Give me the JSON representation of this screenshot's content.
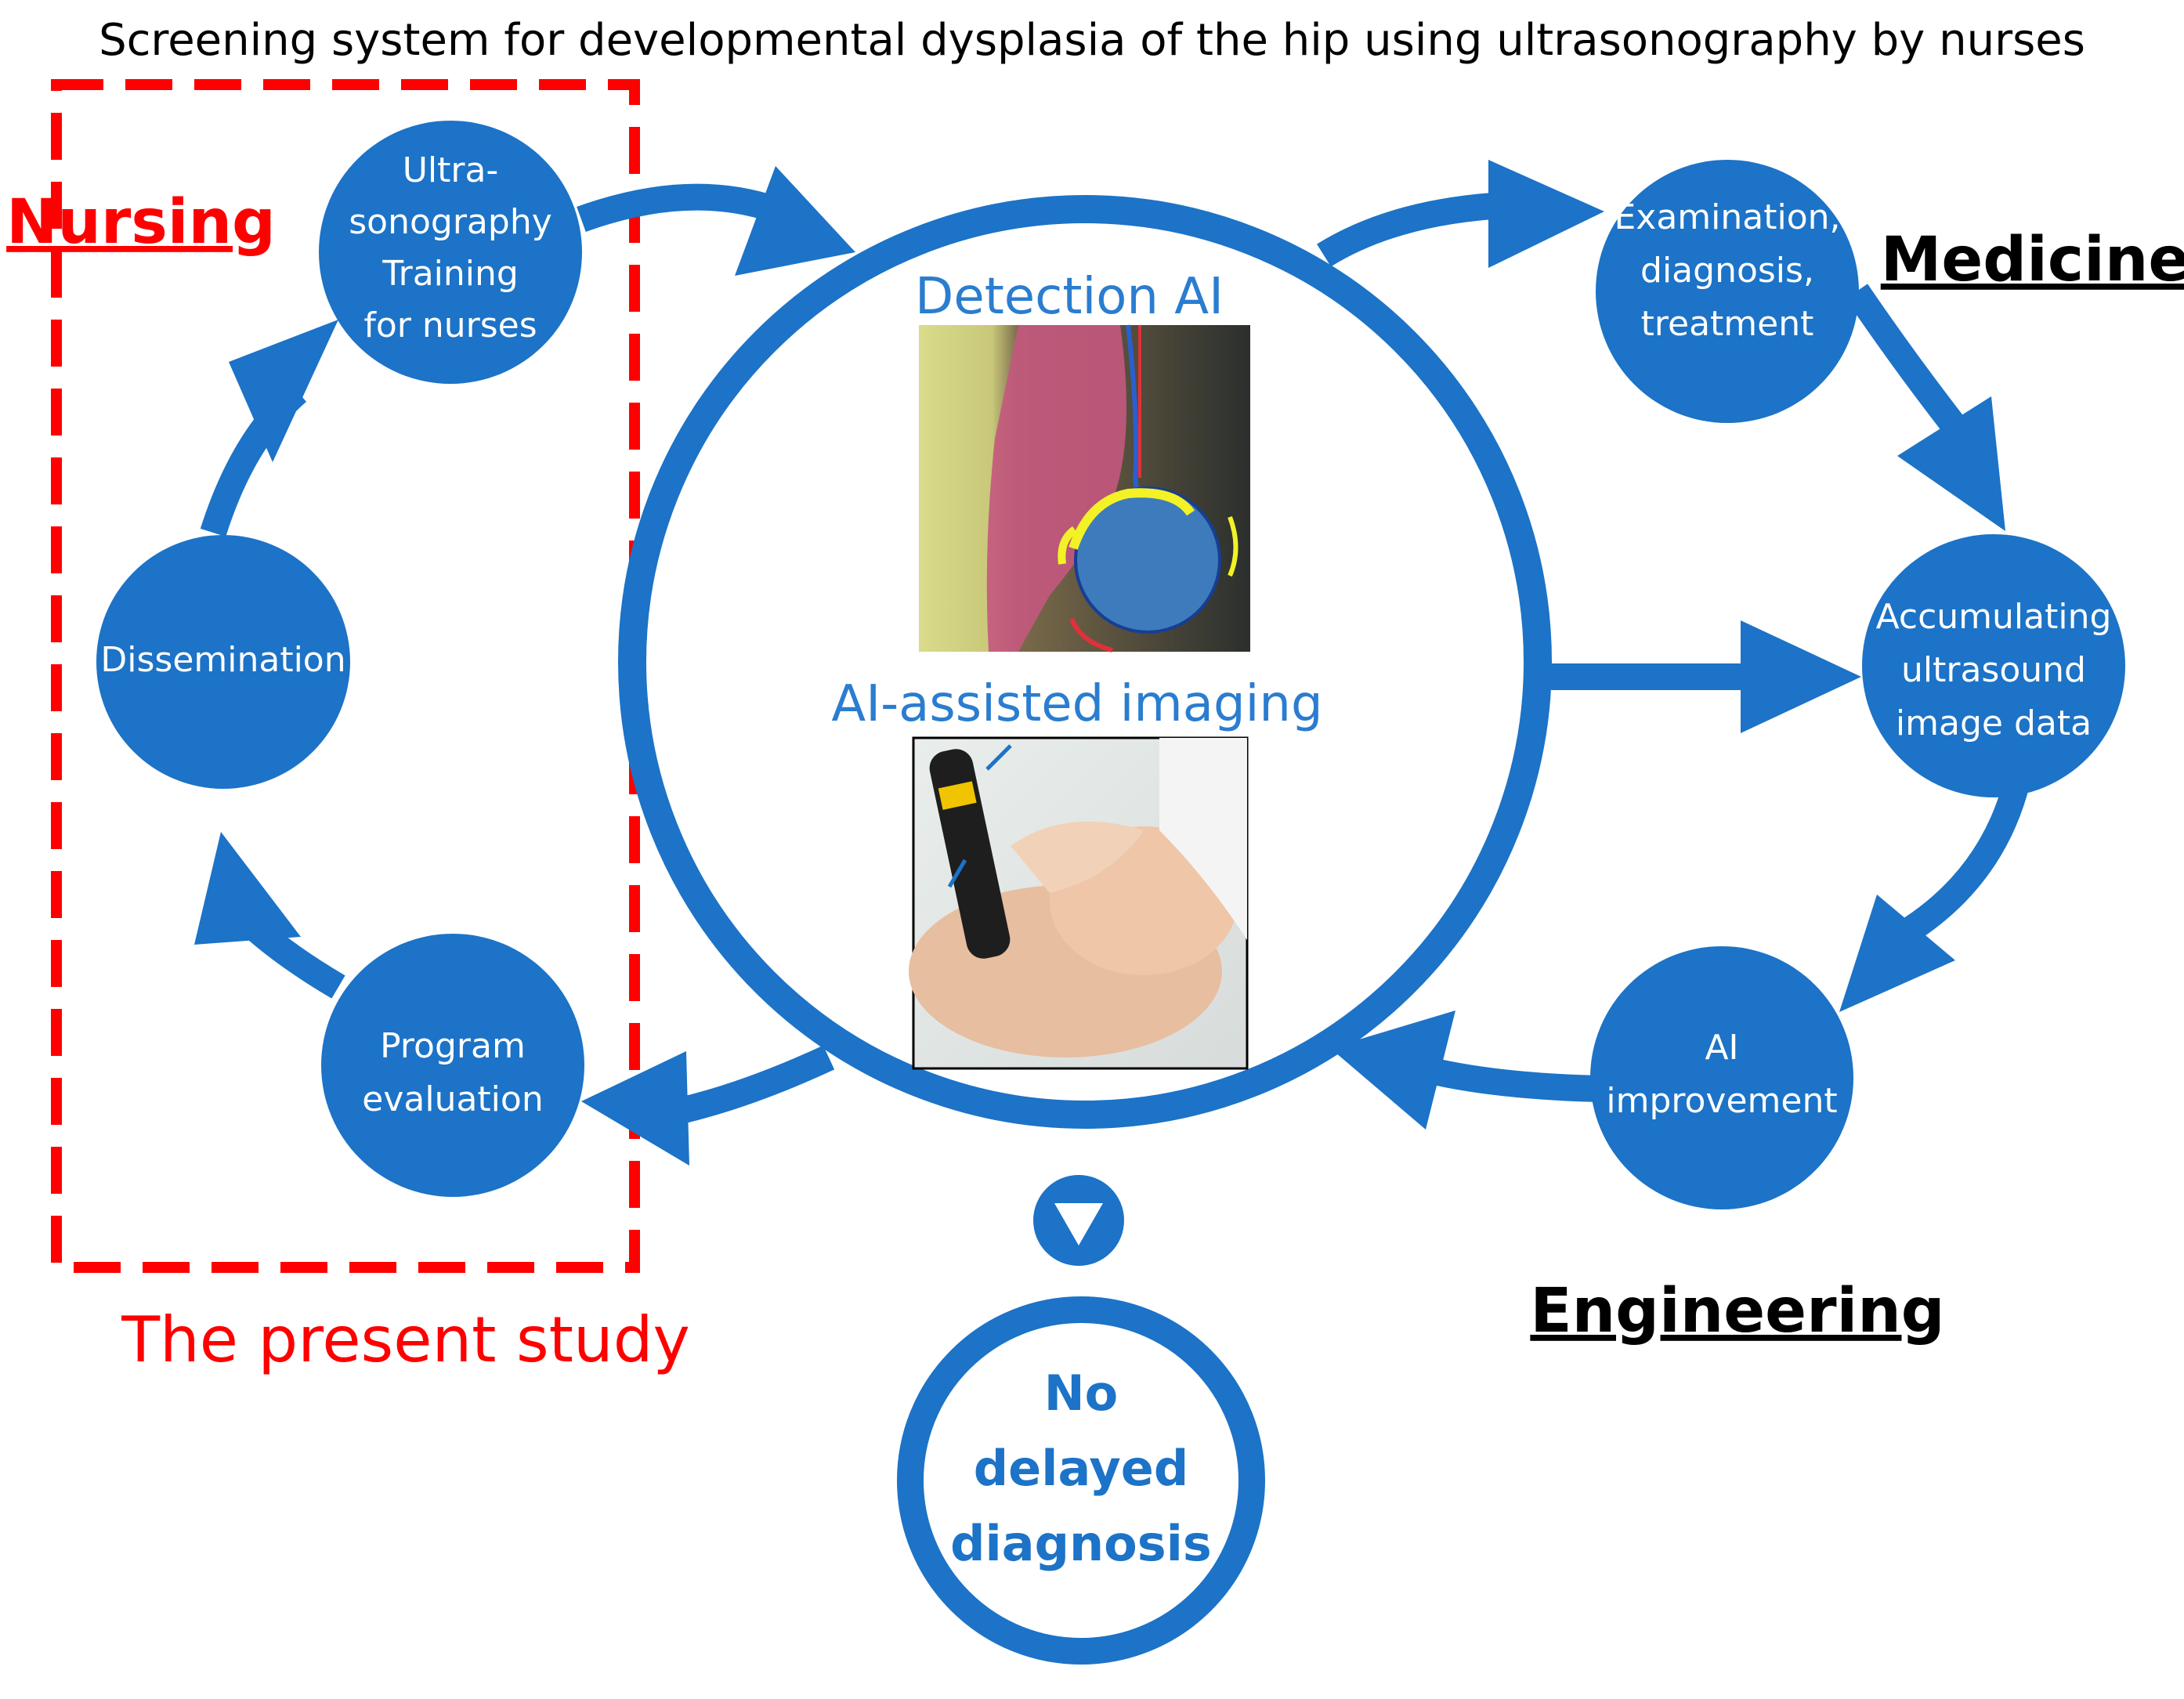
{
  "title": "Screening system for developmental dysplasia of the hip using ultrasonography by nurses",
  "colors": {
    "primary_blue": "#1c73c7",
    "accent_red": "#ff0000",
    "node_text": "#ffffff",
    "label_black": "#000000"
  },
  "sections": {
    "nursing": "Nursing",
    "medicine": "Medicine",
    "engineering": "Engineering",
    "present_study": "The present study"
  },
  "nodes": {
    "training": [
      "Ultra-",
      "sonography",
      "Training",
      "for nurses"
    ],
    "dissemination": [
      "Dissemination"
    ],
    "evaluation": [
      "Program",
      "evaluation"
    ],
    "examination": [
      "Examination,",
      "diagnosis,",
      "treatment"
    ],
    "accumulating": [
      "Accumulating",
      "ultrasound",
      "image data"
    ],
    "ai_improvement": [
      "AI",
      "improvement"
    ]
  },
  "center": {
    "detection_label": "Detection AI",
    "imaging_label": "AI-assisted imaging",
    "detection_image": "hip-ultrasound-segmentation-image",
    "imaging_image": "ultrasound-probe-on-infant-model-photo"
  },
  "outcome": [
    "No",
    "delayed",
    "diagnosis"
  ],
  "icons": {
    "down_triangle": "down-triangle-icon"
  }
}
